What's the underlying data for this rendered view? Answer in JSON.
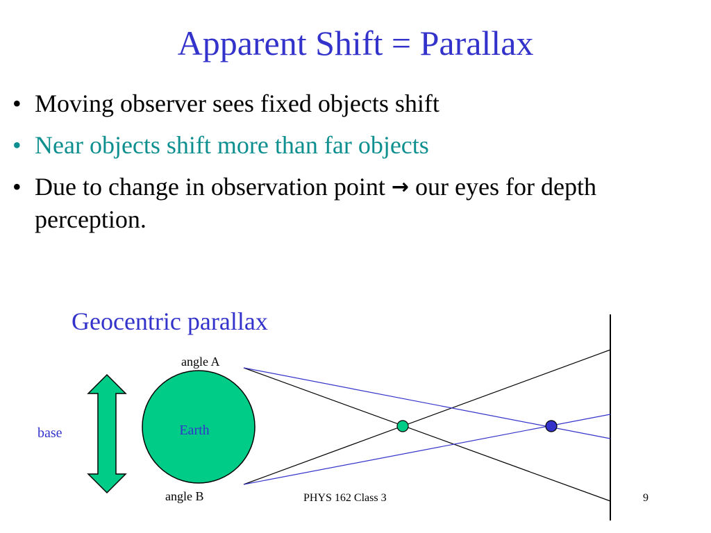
{
  "slide": {
    "title": "Apparent Shift = Parallax",
    "bullets": [
      {
        "text": "Moving observer sees fixed objects shift",
        "color": "#000000"
      },
      {
        "text": "Near objects shift more than far objects",
        "color": "#0e8f8f"
      },
      {
        "text_before_arrow": "Due to change in observation point",
        "arrow_icon": "right-arrow-icon",
        "text_after_arrow": "our eyes for depth perception.",
        "color": "#000000"
      }
    ],
    "bullet_marker": "•",
    "subtitle": "Geocentric parallax"
  },
  "diagram": {
    "base_label": "base",
    "earth_label": "Earth",
    "angle_a_label": "angle A",
    "angle_b_label": "angle B",
    "colors": {
      "earth_fill": "#00cc88",
      "near_object": "#00cc88",
      "far_object": "#3333cc",
      "near_lines": "#000000",
      "far_lines": "#3333cc",
      "label_blue": "#3333cc"
    },
    "icons": [
      "double-arrow-icon",
      "earth-circle-icon",
      "near-star-icon",
      "far-star-icon"
    ]
  },
  "footer": {
    "course": "PHYS 162 Class 3",
    "page_number": "9"
  }
}
